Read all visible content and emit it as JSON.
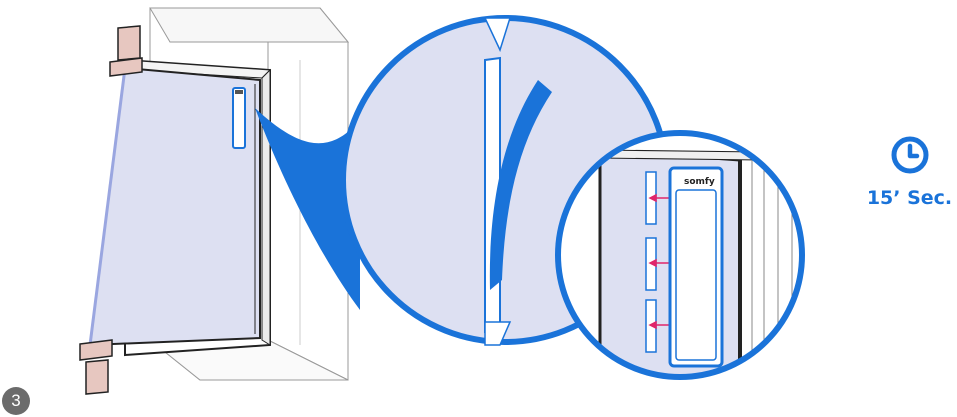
{
  "step": {
    "number": "3"
  },
  "timer": {
    "icon": "clock-icon",
    "label": "15’ Sec."
  },
  "brand": {
    "logo_text": "somfy"
  },
  "colors": {
    "accent": "#1a73d9",
    "glass": "#dde0f2",
    "arrow": "#e0256a",
    "frame_pad": "#e7c7c0",
    "outline": "#222222",
    "badge": "#6b6b6b"
  },
  "icons": {
    "arrow": "arrow-left-icon",
    "sensor": "sensor-icon",
    "magnet": "magnet-icon"
  }
}
